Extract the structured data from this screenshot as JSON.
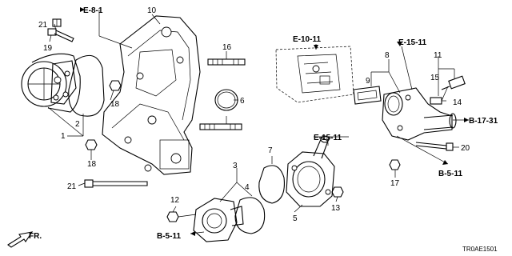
{
  "diagram": {
    "part_numbers": {
      "p1": "1",
      "p2": "2",
      "p3": "3",
      "p4": "4",
      "p5": "5",
      "p6": "6",
      "p7": "7",
      "p8": "8",
      "p9": "9",
      "p10": "10",
      "p11": "11",
      "p12": "12",
      "p13": "13",
      "p14": "14",
      "p15": "15",
      "p16": "16",
      "p17": "17",
      "p18a": "18",
      "p18b": "18",
      "p19": "19",
      "p20": "20",
      "p21a": "21",
      "p21b": "21"
    },
    "references": {
      "e8_1": "E-8-1",
      "e10_11": "E-10-11",
      "e15_11_top": "E-15-11",
      "e15_11_mid": "E-15-11",
      "b17_31": "B-17-31",
      "b5_11_right": "B-5-11",
      "b5_11_left": "B-5-11"
    },
    "front_label": "FR.",
    "diagram_code": "TR0AE1501"
  }
}
